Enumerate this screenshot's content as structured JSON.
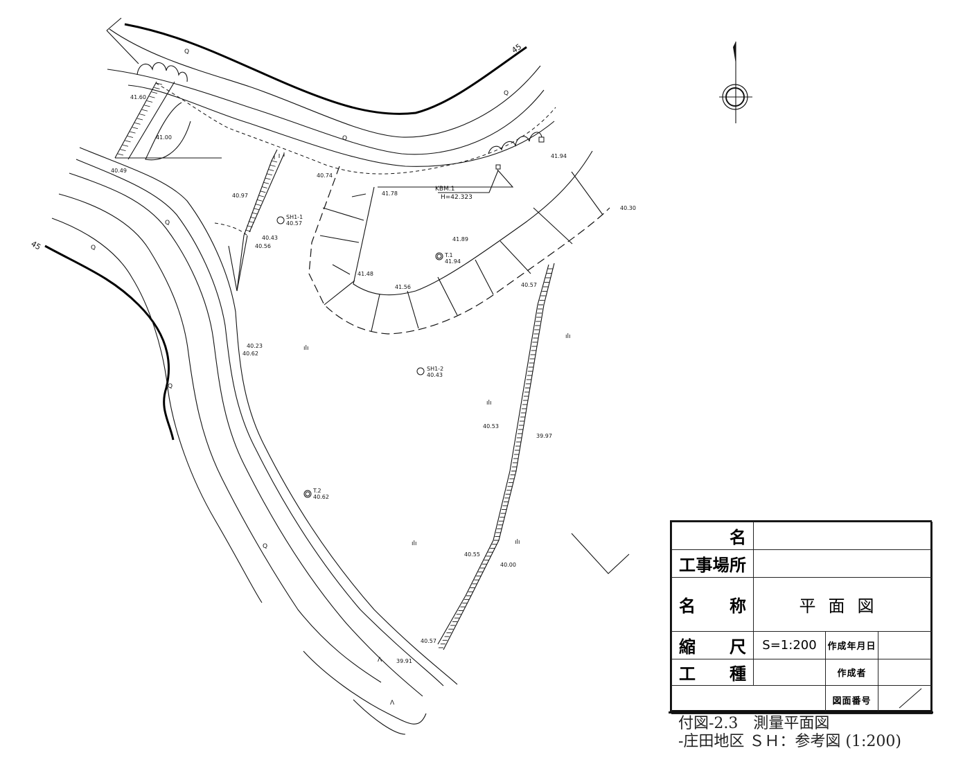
{
  "map": {
    "contours": {
      "upper": "45",
      "left": "45"
    },
    "benchmark": {
      "name": "KBM.1",
      "height": "H=42.323"
    },
    "stations": [
      {
        "name": "SH1-1",
        "elev": "40.57"
      },
      {
        "name": "SH1-2",
        "elev": "40.43"
      },
      {
        "name": "T.1",
        "elev": "41.94"
      },
      {
        "name": "T.2",
        "elev": "40.62"
      }
    ],
    "spot_heights": [
      "41.60",
      "41.00",
      "40.49",
      "40.97",
      "40.74",
      "41.78",
      "41.94",
      "40.30",
      "40.43",
      "40.56",
      "41.89",
      "41.48",
      "41.56",
      "40.57",
      "40.23",
      "40.62",
      "40.53",
      "39.97",
      "40.55",
      "40.00",
      "40.57",
      "39.91"
    ]
  },
  "title_block": {
    "row1_label": "名",
    "row2_label": "工事場所",
    "row3_label": "名　称",
    "row3_value": "平面図",
    "row4_label": "縮　尺",
    "scale": "S=1:200",
    "date_label": "作成年月日",
    "row5_label": "工　種",
    "author_label": "作成者",
    "drawing_no_label": "図面番号"
  },
  "caption": {
    "line1": "付図-2.3　測量平面図",
    "line2": "-庄田地区 ＳＨ：参考図 (1:200)"
  }
}
